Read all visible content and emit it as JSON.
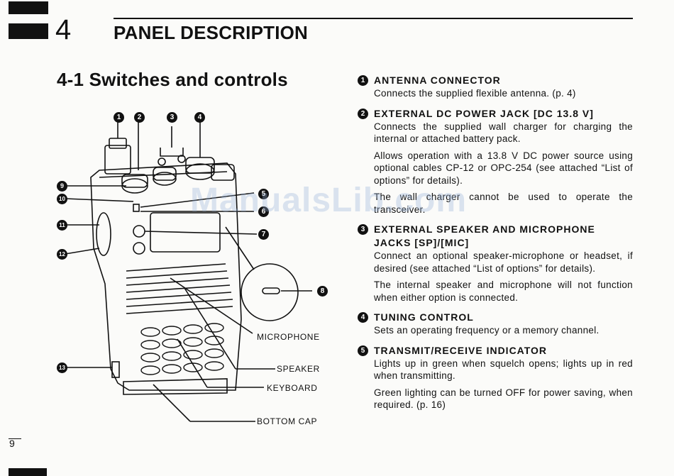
{
  "header": {
    "chapter_number": "4",
    "chapter_title": "PANEL DESCRIPTION"
  },
  "section": {
    "title": "4-1 Switches and controls"
  },
  "figure": {
    "callout_numbers": [
      "1",
      "2",
      "3",
      "4",
      "5",
      "6",
      "7",
      "8",
      "9",
      "10",
      "11",
      "12",
      "13"
    ],
    "labels": {
      "microphone": "MICROPHONE",
      "speaker": "SPEAKER",
      "keyboard": "KEYBOARD",
      "bottom_cap": "BOTTOM CAP"
    }
  },
  "items": [
    {
      "number": "1",
      "heading": "ANTENNA CONNECTOR",
      "paragraphs": [
        "Connects the supplied flexible antenna. (p. 4)"
      ]
    },
    {
      "number": "2",
      "heading": "EXTERNAL DC POWER JACK [DC 13.8 V]",
      "paragraphs": [
        "Connects the supplied wall charger for charging the internal or attached battery pack.",
        "Allows operation with a 13.8 V DC power source using optional cables CP-12 or OPC-254 (see attached “List of options” for details).",
        "The wall charger cannot be used to operate the transceiver."
      ]
    },
    {
      "number": "3",
      "heading": "EXTERNAL SPEAKER AND MICROPHONE JACKS [SP]/[MIC]",
      "paragraphs": [
        "Connect an optional speaker-microphone or headset, if desired (see attached “List of options” for details).",
        "The internal speaker and microphone will not function when either option is connected."
      ]
    },
    {
      "number": "4",
      "heading": "TUNING CONTROL",
      "paragraphs": [
        "Sets an operating frequency or a memory channel."
      ]
    },
    {
      "number": "5",
      "heading": "TRANSMIT/RECEIVE INDICATOR",
      "paragraphs": [
        "Lights up in green when squelch opens; lights up in red when transmitting.",
        "Green lighting can be turned OFF for power saving, when required. (p. 16)"
      ]
    }
  ],
  "footer": {
    "page_number": "9"
  },
  "watermark": "ManualsLib.com"
}
